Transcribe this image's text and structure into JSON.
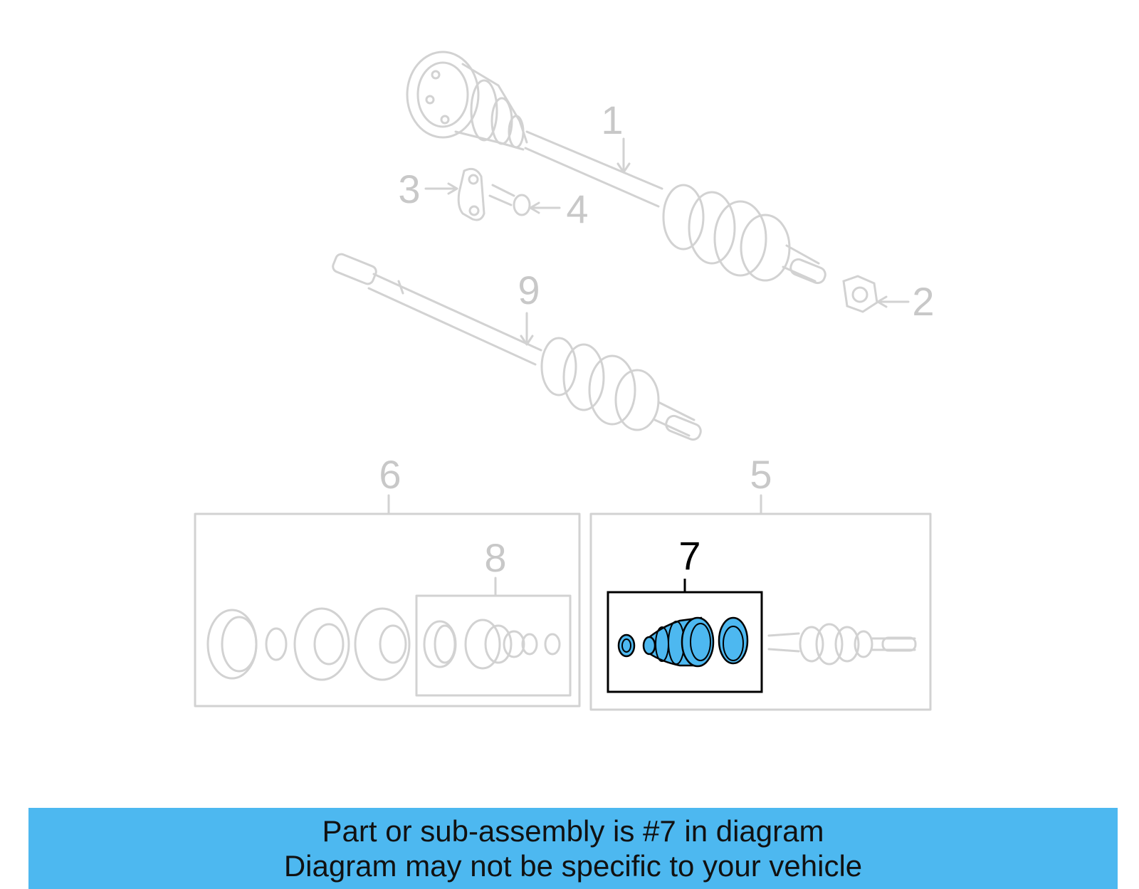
{
  "callouts": {
    "c1": "1",
    "c2": "2",
    "c3": "3",
    "c4": "4",
    "c5": "5",
    "c6": "6",
    "c7": "7",
    "c8": "8",
    "c9": "9"
  },
  "highlight_part": "7",
  "colors": {
    "highlight_fill": "#4db8f0",
    "faded_stroke": "#d2d2d2",
    "active_stroke": "#000000",
    "banner_bg": "#4db8f0"
  },
  "banner": {
    "line1": "Part or sub-assembly is #7 in diagram",
    "line2": "Diagram may not be specific to your vehicle"
  }
}
